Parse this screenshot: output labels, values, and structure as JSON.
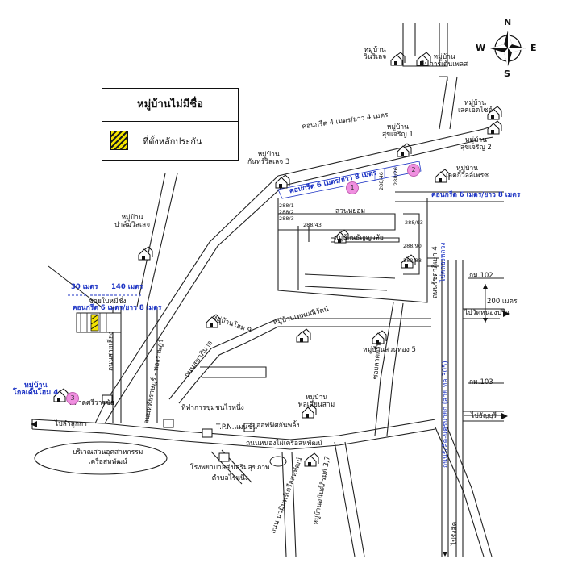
{
  "legend": {
    "title": "หมู่บ้านไม่มีชื่อ",
    "item": "ที่ตั้งหลักประกัน",
    "swatch_colors": [
      "#f2e200",
      "#1a1a1a"
    ]
  },
  "compass": {
    "n": "N",
    "s": "S",
    "e": "E",
    "w": "W"
  },
  "colors": {
    "road": "#222222",
    "label_blue": "#1c33c4",
    "marker_pink": "#f08fe0",
    "page": "#ffffff"
  },
  "icon": "house-icon",
  "markers": {
    "m1": "1",
    "m2": "2",
    "m3": "3"
  },
  "villages": {
    "v_winrilae_1": "หมู่บ้าน",
    "v_winrilae_2": "วินริเลจ",
    "v_winkard_1": "หมู่บ้าน",
    "v_winkard_2": "วินการ์เด้นเพลส",
    "v_lakeside_1": "หมู่บ้าน",
    "v_lakeside_2": "เลคเอ็ดไซด์",
    "v_sukjaroen1_1": "หมู่บ้าน",
    "v_sukjaroen1_2": "สุขเจริญ 1",
    "v_sukjaroen2_1": "หมู่บ้าน",
    "v_sukjaroen2_2": "สุขเจริญ 2",
    "v_kanpreewill_1": "หมู่บ้าน",
    "v_kanpreewill_2": "กันทร์วิลเลจ 3",
    "v_lucky_1": "หมู่บ้าน",
    "v_lucky_2": "เลคกี้วิลล์เพรซ",
    "v_pammi_1": "หมู่บ้าน",
    "v_pammi_2": "ปาล์มวิลเลจ",
    "v_thanyawit": "หมู่บ้านธัญญวลัย",
    "v_maneerat": "หมู่บ้านเทพมณีรัตน์",
    "v_suanthong": "หมู่บ้านสวนทอง 5",
    "v_home9": "หมู่บ้านโฮม 9",
    "v_pliansam_1": "หมู่บ้าน",
    "v_pliansam_2": "พลเสียนสาม",
    "v_home4_1": "หมู่บ้าน",
    "v_home4_2": "โกลเด้นโฮม 4",
    "v_anunt": "หมู่บ้านอนันต์ภิรมย์ 3,7"
  },
  "roads": {
    "concrete_top": "คอนกรีต 4 เมตร/ยาว 4 เมตร",
    "concrete_mid": "คอนกรีต 6 เมตร/ยาว 8 เมตร",
    "concrete_right": "คอนกรีต 6 เมตร/ยาว 8 เมตร",
    "concrete_left": "คอนกรีต 6 เมตร/ยาว 8 เมตร",
    "dist_30": "30 เมตร",
    "dist_140": "140 เมตร",
    "soi_left": "ซอยใบหมีชั่ง",
    "main_south": "ไปลำลูกกา",
    "left_road_v1": "ถนนสายเลี่ยง",
    "left_road_v2": "ถนนหทัยราษฎร์ - ทองราษฎร์",
    "diag_road": "ถนนสุขาภิบาล",
    "suan_mangkorn": "สวนหย่อม",
    "right_soi": "ถนนรัชดาภิเษก 4",
    "road_kwang": "ซอยลาดกรีน",
    "highway": "ถนนรังสิต-นครนายก (สาย ทล.305)",
    "highway_south": "ไปรังสิต",
    "highway_north": "ไปคลองหลวง",
    "to_east_1": "ไปวัดหนองปรือ",
    "to_east_2": "ไปธัญบุรี",
    "to_west": "ไปลำลูกกา"
  },
  "plots": {
    "p1": "288/1",
    "p2": "288/2",
    "p3": "288/3",
    "p4": "288/43",
    "p5": "288/93",
    "p6": "288/90",
    "p7": "288/88",
    "p8": "288/46",
    "p9": "288/26"
  },
  "places": {
    "market": "ตลาดศรีวารชัย",
    "district": "ที่ทำการชุมชนไร่หนึ่ง",
    "tpn": "T.P.N.แมนชั่น",
    "office": "ออฟฟิศกันพลิ้ง",
    "ring": "บริเวณสวนอุตสาหกรรม\nเครือสหพัฒน์",
    "road_sahaphat": "ถนนหนองไผ่เครือสหพัฒน์",
    "school_1": "โรงพยาบาลส่งเสริมสุขภาพ",
    "school_2": "ตำบลไร่หนึ่ง",
    "road_bottom": "ถนน นวมินทร์เครือสหพัฒน์",
    "km102": "กม.102",
    "km103": "กม.103",
    "dist_200": "200 เมตร"
  }
}
